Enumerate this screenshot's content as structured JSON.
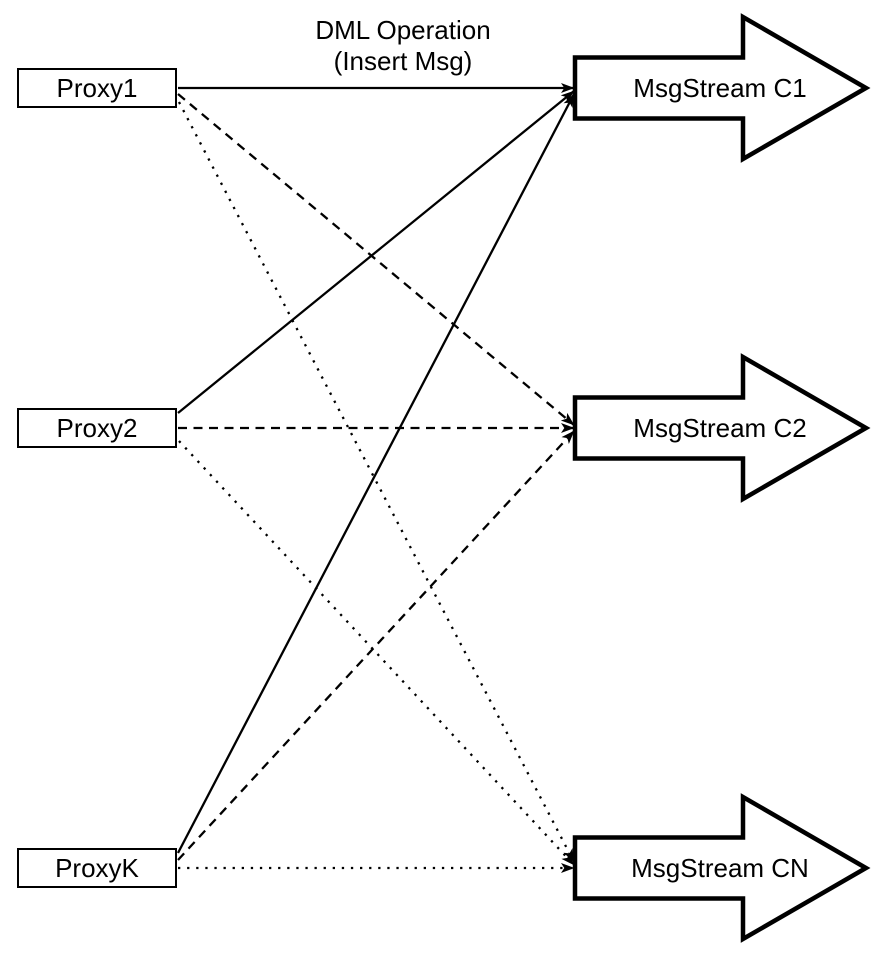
{
  "diagram": {
    "annotation": {
      "line1": "DML Operation",
      "line2": "(Insert Msg)"
    },
    "proxies": [
      {
        "id": "proxy1",
        "label": "Proxy1"
      },
      {
        "id": "proxy2",
        "label": "Proxy2"
      },
      {
        "id": "proxyk",
        "label": "ProxyK"
      }
    ],
    "streams": [
      {
        "id": "msgstream-c1",
        "label": "MsgStream C1"
      },
      {
        "id": "msgstream-c2",
        "label": "MsgStream C2"
      },
      {
        "id": "msgstream-cn",
        "label": "MsgStream CN"
      }
    ],
    "edges": [
      {
        "from": "Proxy1",
        "to": "MsgStream C1",
        "style": "solid"
      },
      {
        "from": "Proxy1",
        "to": "MsgStream C2",
        "style": "dashed"
      },
      {
        "from": "Proxy1",
        "to": "MsgStream CN",
        "style": "dotted"
      },
      {
        "from": "Proxy2",
        "to": "MsgStream C1",
        "style": "solid"
      },
      {
        "from": "Proxy2",
        "to": "MsgStream C2",
        "style": "dashed"
      },
      {
        "from": "Proxy2",
        "to": "MsgStream CN",
        "style": "dotted"
      },
      {
        "from": "ProxyK",
        "to": "MsgStream C1",
        "style": "solid"
      },
      {
        "from": "ProxyK",
        "to": "MsgStream C2",
        "style": "dashed"
      },
      {
        "from": "ProxyK",
        "to": "MsgStream CN",
        "style": "dotted"
      }
    ],
    "colors": {
      "stroke": "#000000",
      "fill": "#ffffff"
    }
  }
}
